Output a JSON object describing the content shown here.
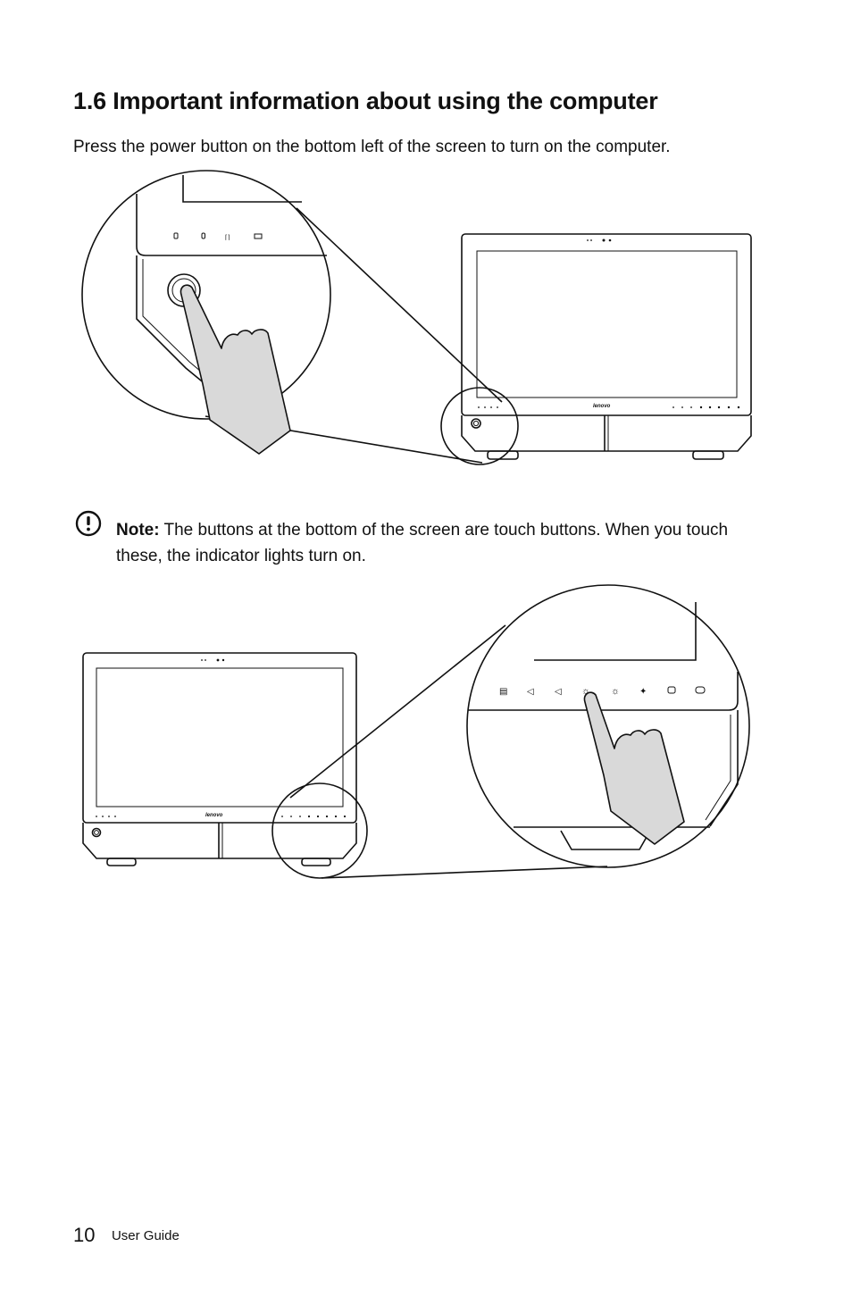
{
  "heading": {
    "title": "1.6 Important information about using the computer",
    "intro": "Press the power button on the bottom left of the screen to turn on the computer."
  },
  "figure_power": {
    "brand_logo_text": "lenovo"
  },
  "note": {
    "label": "Note:",
    "text": "The buttons at the bottom of the screen are touch buttons. When you touch these, the indicator lights turn on.",
    "icon": "exclamation-circle-icon"
  },
  "figure_touch": {
    "brand_logo_text": "lenovo"
  },
  "footer": {
    "page_number": "10",
    "document_name": "User Guide"
  }
}
